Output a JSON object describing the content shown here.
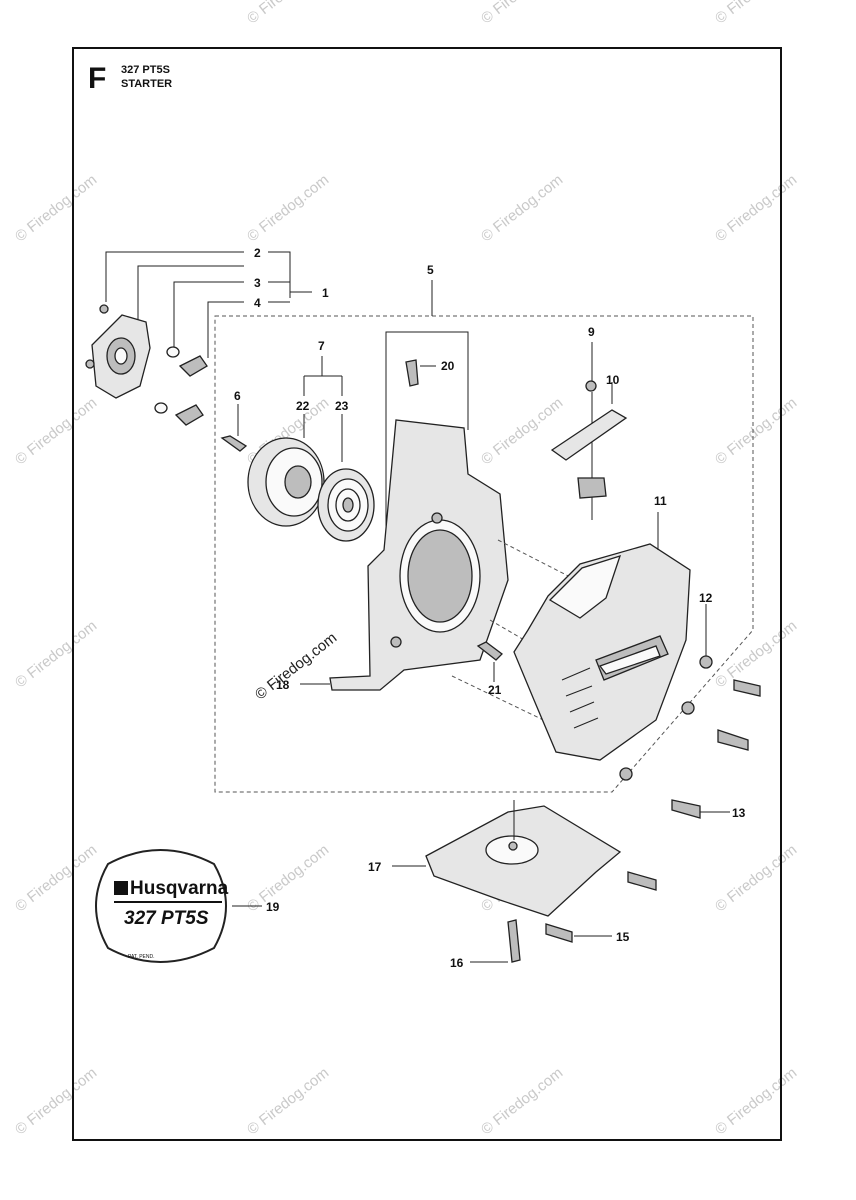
{
  "header": {
    "section_letter": "F",
    "model": "327 PT5S",
    "title": "STARTER"
  },
  "watermark": {
    "text": "© Firedog.com",
    "diagram_text": "© Firedog.com"
  },
  "logo": {
    "brand": "Husqvarna",
    "model": "327 PT5S",
    "fine_print": "PAT. PEND."
  },
  "callouts": [
    "1",
    "2",
    "3",
    "4",
    "5",
    "6",
    "7",
    "9",
    "10",
    "11",
    "12",
    "13",
    "15",
    "16",
    "17",
    "18",
    "19",
    "20",
    "21",
    "22",
    "23"
  ]
}
